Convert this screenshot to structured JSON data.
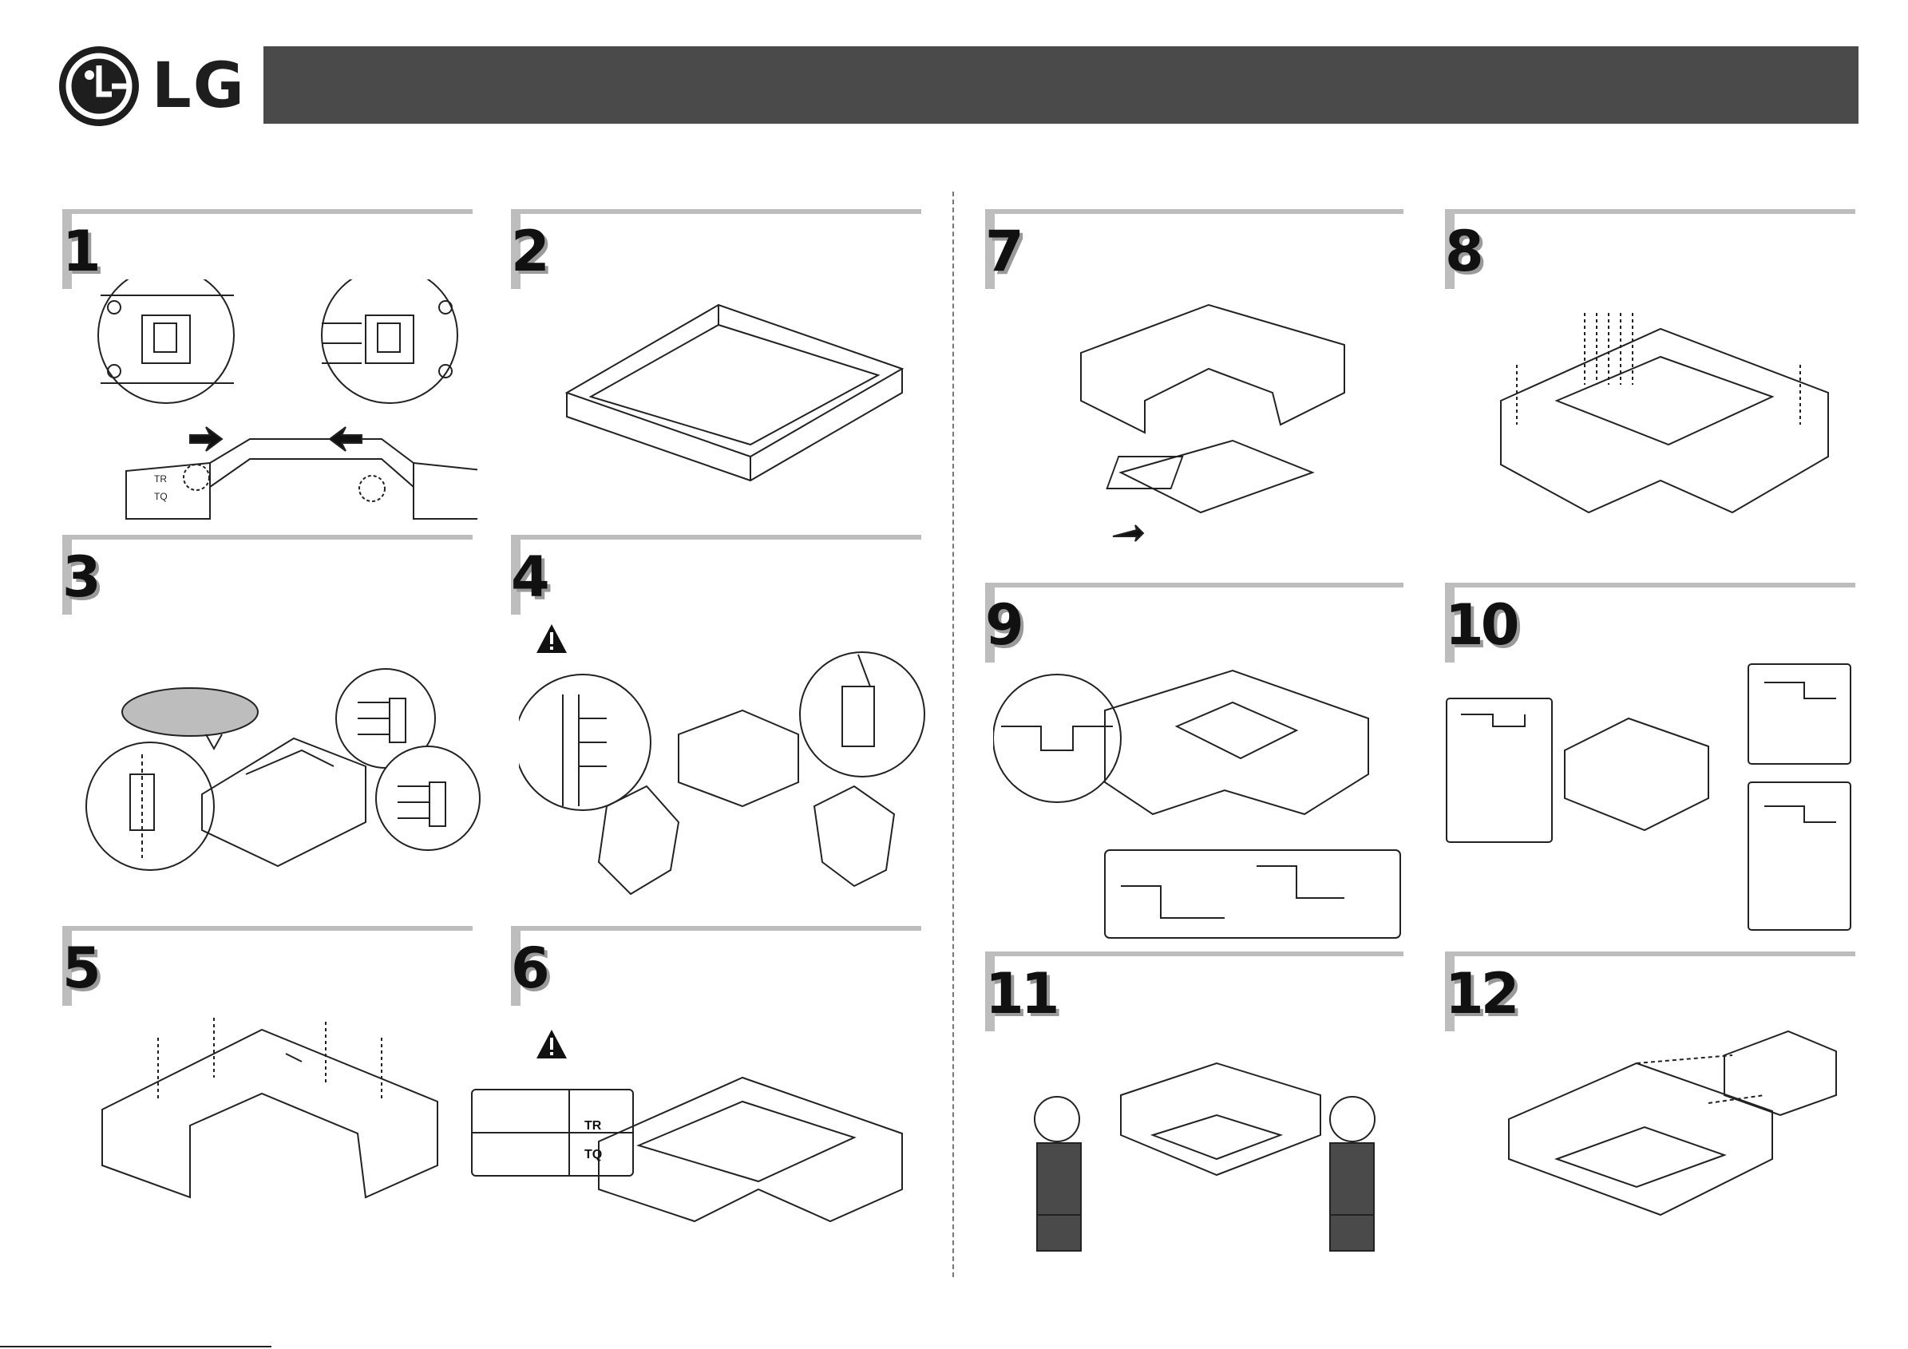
{
  "brand": {
    "name": "LG"
  },
  "steps": [
    {
      "number": "1"
    },
    {
      "number": "2"
    },
    {
      "number": "3"
    },
    {
      "number": "4"
    },
    {
      "number": "5"
    },
    {
      "number": "6"
    },
    {
      "number": "7"
    },
    {
      "number": "8"
    },
    {
      "number": "9"
    },
    {
      "number": "10"
    },
    {
      "number": "11"
    },
    {
      "number": "12"
    }
  ],
  "labels": {
    "tr": "TR",
    "tq": "TQ"
  },
  "icons": {
    "warning": "warning-triangle-icon",
    "logo": "lg-face-logo-icon"
  },
  "colors": {
    "header_bar": "#4a4a4a",
    "step_rule": "#bdbdbd",
    "ink": "#111111"
  }
}
